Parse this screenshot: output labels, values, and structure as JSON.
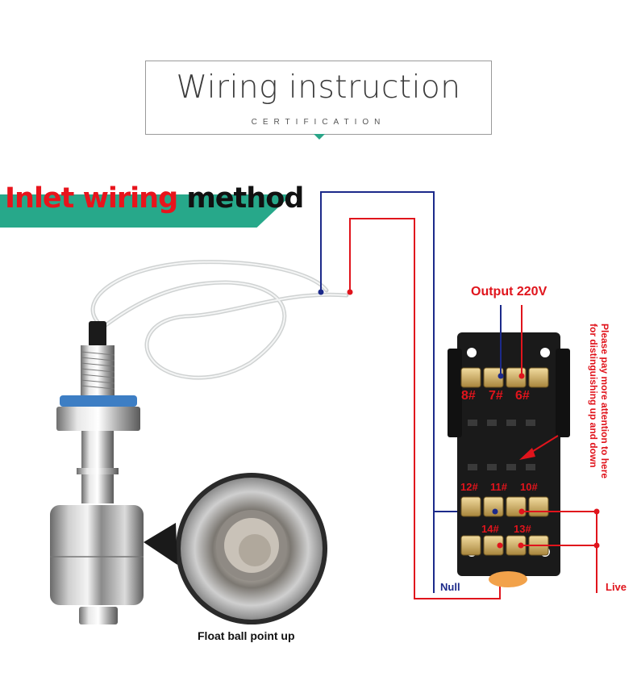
{
  "header": {
    "title": "Wiring instruction",
    "subtitle": "CERTIFICATION"
  },
  "banner": {
    "text_red": "Inlet wiring",
    "text_black": " method"
  },
  "labels": {
    "output": "Output 220V",
    "note_line1": "Please pay more attention to here",
    "note_line2": "for distinguishing up and down",
    "null": "Null",
    "live": "Live",
    "float_caption": "Float ball point up"
  },
  "terminals": {
    "top": [
      "8#",
      "7#",
      "6#"
    ],
    "middle": [
      "12#",
      "11#",
      "10#"
    ],
    "bottom": [
      "14#",
      "13#"
    ]
  },
  "colors": {
    "accent_green": "#27a88a",
    "wire_blue": "#1c2a8a",
    "wire_red": "#e0141c",
    "label_red": "#e0141c",
    "relay_black": "#1a1a1a"
  }
}
